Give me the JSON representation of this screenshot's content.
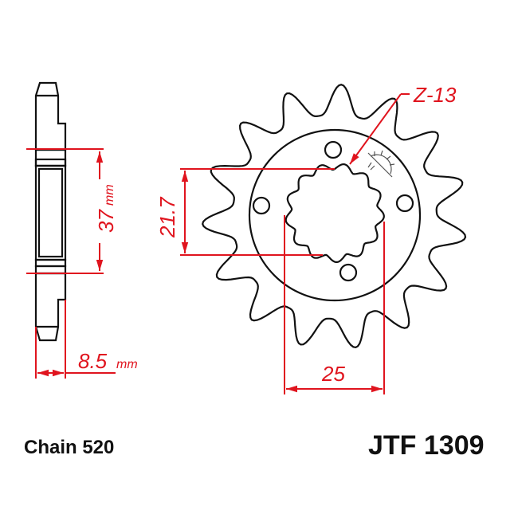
{
  "dimensions": {
    "bore_depth": "37",
    "bore_depth_unit": "mm",
    "thickness": "8.5",
    "thickness_unit": "mm",
    "spline_minor": "21.7",
    "spline_major": "25",
    "spline_teeth": "Z-13"
  },
  "captions": {
    "chain": "Chain 520",
    "part_number": "JTF 1309"
  },
  "colors": {
    "dimension": "#e0141e",
    "outline": "#111111"
  }
}
